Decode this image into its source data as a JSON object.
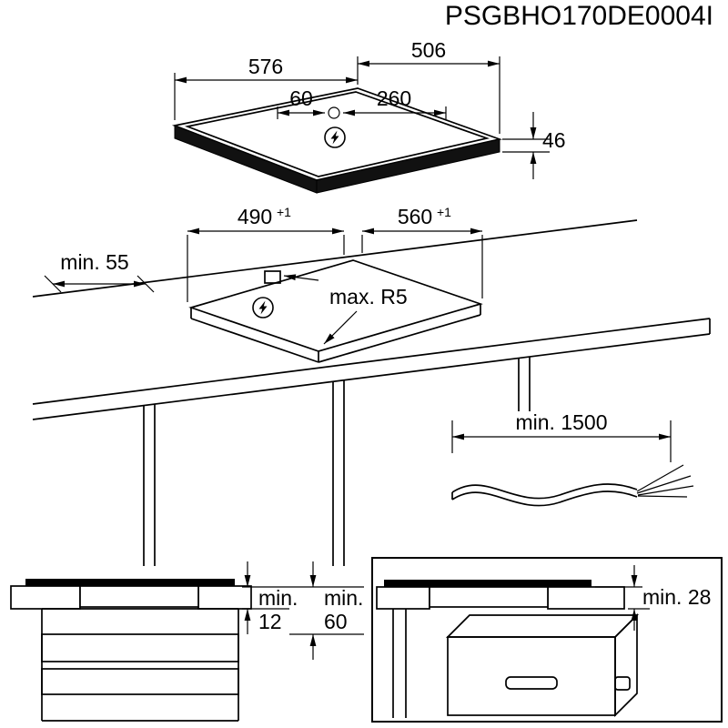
{
  "title": "PSGBHO170DE0004I",
  "hob": {
    "width": "576",
    "depth": "506",
    "hole_left": "60",
    "hole_right": "260",
    "height": "46"
  },
  "cutout": {
    "depth": "490",
    "depth_tolerance": "+1",
    "width": "560",
    "width_tolerance": "+1",
    "edge_clearance": "min. 55",
    "corner_radius": "max. R5"
  },
  "cable": {
    "min_length": "min. 1500"
  },
  "side_view": {
    "min_label_a": "min.",
    "gap_a": "12",
    "min_label_b": "min.",
    "gap_b": "60"
  },
  "oven_view": {
    "min_gap": "min. 28"
  }
}
